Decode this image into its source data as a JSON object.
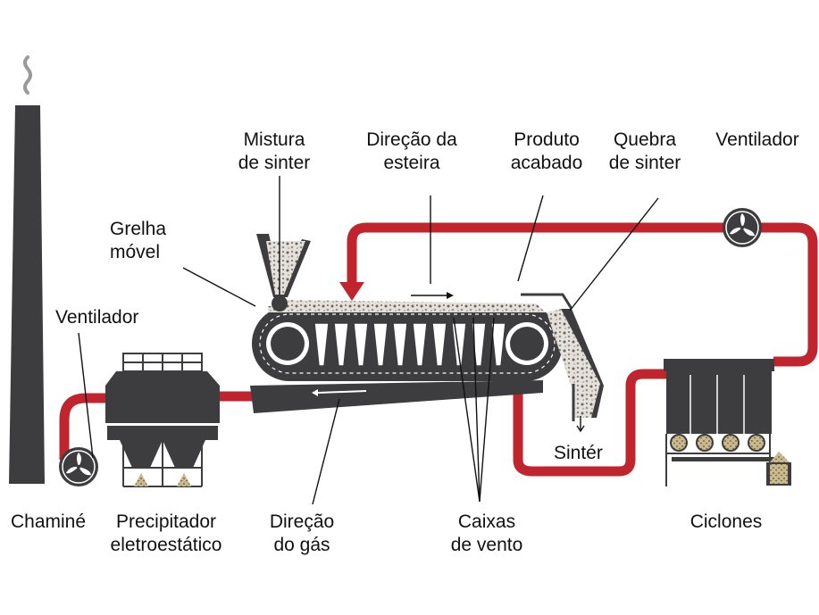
{
  "labels": {
    "chimney": "Chaminé",
    "precipitator_1": "Precipitador",
    "precipitator_2": "eletroestático",
    "gas_direction_1": "Direção",
    "gas_direction_2": "do gás",
    "windboxes_1": "Caixas",
    "windboxes_2": "de vento",
    "cyclones": "Ciclones",
    "fan_left": "Ventilador",
    "moving_grate_1": "Grelha",
    "moving_grate_2": "móvel",
    "sinter_mix_1": "Mistura",
    "sinter_mix_2": "de sinter",
    "belt_direction_1": "Direção da",
    "belt_direction_2": "esteira",
    "finished_product_1": "Produto",
    "finished_product_2": "acabado",
    "sinter_breaker_1": "Quebra",
    "sinter_breaker_2": "de sinter",
    "fan_right": "Ventilador",
    "sinter": "Sintér"
  },
  "colors": {
    "machine": "#3d3d3f",
    "duct": "#c0252e",
    "material": "#7a6e64",
    "text": "#111111"
  },
  "icons": {
    "fan": "fan-icon",
    "smoke": "smoke-icon"
  }
}
